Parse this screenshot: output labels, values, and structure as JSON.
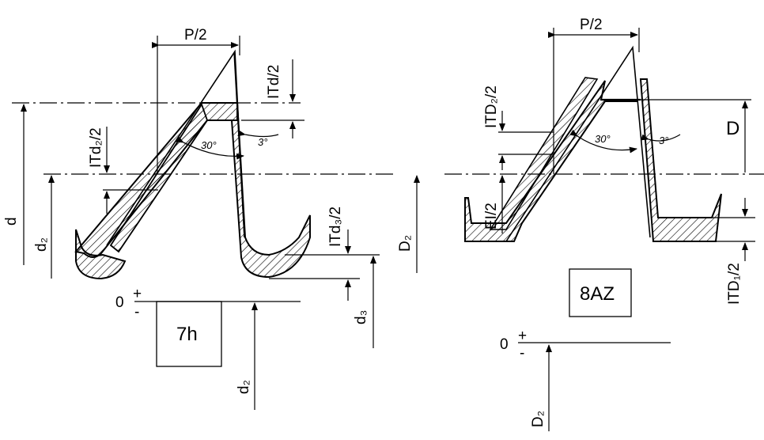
{
  "left": {
    "pitch": "P/2",
    "tol_major": "ITd/2",
    "tol_pitch": "ITd₂/2",
    "tol_minor": "ITd₃/2",
    "angle_flank": "30°",
    "angle_small": "3°",
    "dia_major": "d",
    "dia_pitch": "d₂",
    "dia_minor": "d₃",
    "dia_d2_bottom": "d₂",
    "zero": "0",
    "plus": "+",
    "minus": "-",
    "grade": "7h"
  },
  "right": {
    "pitch": "P/2",
    "tol_pitch": "ITD₂/2",
    "deviation": "EI/2",
    "angle_flank": "30°",
    "angle_small": "3°",
    "dia_D": "D",
    "dia_pitch": "D₂",
    "tol_minor": "ITD₁/2",
    "zero": "0",
    "plus": "+",
    "minus": "-",
    "grade": "8AZ",
    "dia_D2_bottom": "D₂"
  }
}
